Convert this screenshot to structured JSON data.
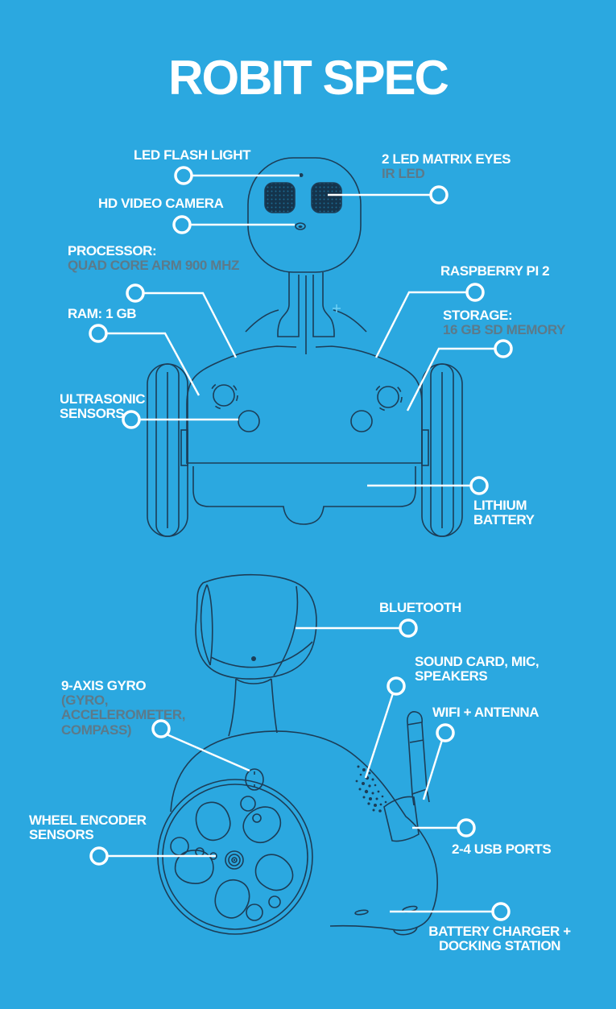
{
  "poster": {
    "title": "ROBIT SPEC"
  },
  "colors": {
    "background": "#2BA8E0",
    "ink": "#1C3D57",
    "label": "#FFFFFF",
    "sublabel": "#5C7A8A",
    "leader": "#FFFFFF"
  },
  "front_view": {
    "callouts": {
      "led_flash_light": {
        "label": "LED FLASH LIGHT"
      },
      "led_matrix_eyes": {
        "label": "2 LED MATRIX EYES",
        "sublabel": "IR LED"
      },
      "hd_video_camera": {
        "label": "HD VIDEO CAMERA"
      },
      "processor": {
        "label": "PROCESSOR:",
        "sublabel": "QUAD CORE ARM 900 MHZ"
      },
      "raspberry_pi": {
        "label": "RASPBERRY PI 2"
      },
      "ram": {
        "label": "RAM: 1 GB"
      },
      "storage": {
        "label": "STORAGE:",
        "sublabel": "16 GB SD MEMORY"
      },
      "ultrasonic_sensors": {
        "label": "ULTRASONIC SENSORS"
      },
      "lithium_battery": {
        "label": "LITHIUM BATTERY"
      }
    }
  },
  "side_view": {
    "callouts": {
      "bluetooth": {
        "label": "BLUETOOTH"
      },
      "sound_card": {
        "label": "SOUND CARD, MIC, SPEAKERS"
      },
      "wifi_antenna": {
        "label": "WIFI + ANTENNA"
      },
      "nine_axis_gyro": {
        "label": "9-AXIS GYRO",
        "sublabel": "(GYRO, ACCELEROMETER, COMPASS)"
      },
      "wheel_encoder": {
        "label": "WHEEL ENCODER SENSORS"
      },
      "usb_ports": {
        "label": "2-4 USB PORTS"
      },
      "battery_charger": {
        "label": "BATTERY CHARGER + DOCKING STATION"
      }
    }
  }
}
